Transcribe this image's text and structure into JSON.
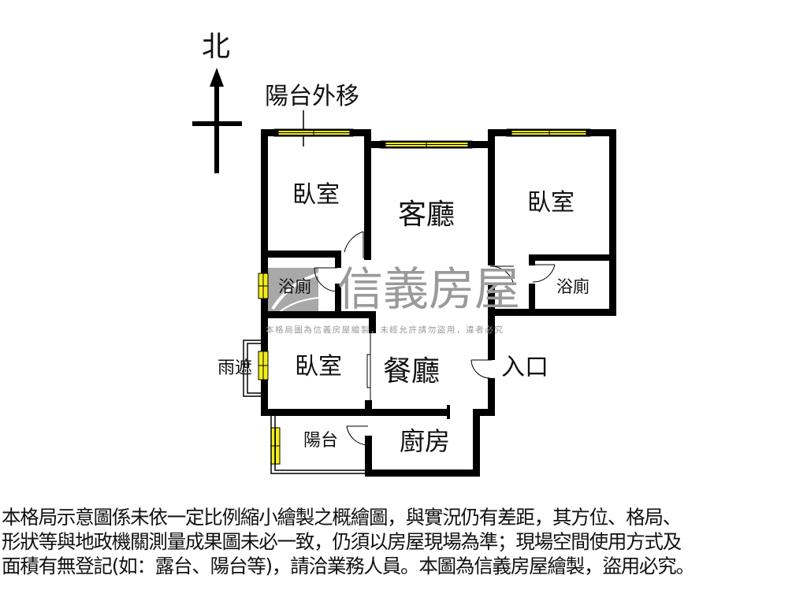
{
  "compass": {
    "north_label": "北",
    "icon": "north-arrow-icon"
  },
  "annotations": {
    "balcony_moved_out": "陽台外移",
    "canopy": "雨遮",
    "entrance": "入口"
  },
  "rooms": {
    "bedroom_nw": "臥室",
    "living_room": "客廳",
    "bedroom_ne": "臥室",
    "bathroom_w": "浴廁",
    "bathroom_e": "浴廁",
    "bedroom_sw": "臥室",
    "dining_room": "餐廳",
    "balcony": "陽台",
    "kitchen": "廚房"
  },
  "watermark": {
    "brand": "信義房屋",
    "notice": "本格局圖為信義房屋繪製，未經允許請勿盜用，違者必究"
  },
  "colors": {
    "wall": "#000000",
    "window": "#f2ec1c",
    "watermark": "#9a9a9a",
    "watermark_logo_bg": "#a8a8a8"
  },
  "disclaimer": {
    "lines": [
      "本格局示意圖係未依一定比例縮小繪製之概繪圖，與實況仍有差距，其方位、格局、",
      "形狀等與地政機關測量成果圖未必一致，仍須以房屋現場為準；現場空間使用方式及",
      "面積有無登記(如：露台、陽台等)，請洽業務人員。本圖為信義房屋繪製，盜用必究。"
    ]
  }
}
